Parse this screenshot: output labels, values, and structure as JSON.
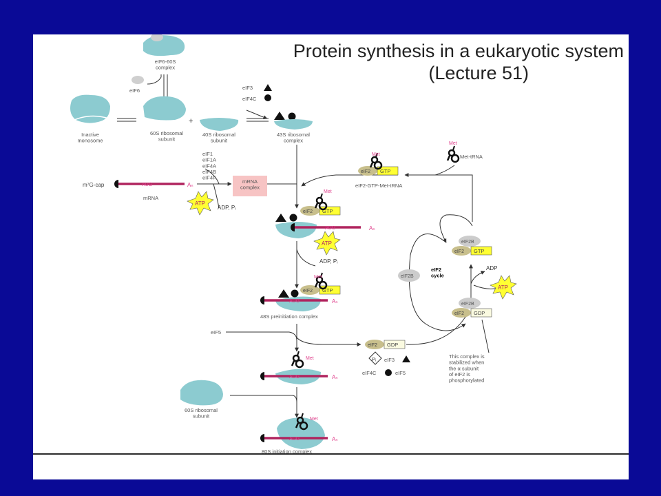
{
  "title": {
    "line1": "Protein synthesis in a eukaryotic system",
    "line2": "(Lecture 51)"
  },
  "labels": {
    "eif6_60s_complex": "eIF6-60S\ncomplex",
    "eif6": "eIF6",
    "eif3": "eIF3",
    "eif4c": "eIF4C",
    "inactive_monosome": "Inactive\nmonosome",
    "ribosomal_60s": "60S ribosomal\nsubunit",
    "ribosomal_40s": "40S ribosomal\nsubunit",
    "complex_43s": "43S ribosomal\ncomplex",
    "initiation_factors": "eIF1\neIF1A\neIF4A\neIF4B\neIF4F",
    "cap": "m⁷G-cap",
    "aug": "AUG",
    "poly_a": "Aₙ",
    "mrna": "mRNA",
    "mrna_complex": "mRNA\ncomplex",
    "atp": "ATP",
    "adp_pi": "ADP, Pᵢ",
    "met": "Met",
    "met_trna": "Met-tRNA",
    "eif2": "eIF2",
    "gtp": "GTP",
    "gdp": "GDP",
    "eif2_gtp_met_trna": "eIF2-GTP-Met-tRNA",
    "eif2b": "eIF2B",
    "eif2_cycle": "eIF2\ncycle",
    "adp": "ADP",
    "complex_48s": "48S preinitiation complex",
    "eif5": "eIF5",
    "pi": "Pᵢ",
    "note": "This complex is\nstabilized when\nthe α subunit\nof eIF2 is\nphosphorylated",
    "complex_80s": "80S initiation complex"
  },
  "colors": {
    "slide_border": "#0a0a96",
    "ribosome": "#8ccbd0",
    "mrna": "#b0245e",
    "met_text": "#e0408c",
    "eif2_oval": "#c8bf8c",
    "gtp_box": "#ffff33",
    "atp_star": "#ffff33",
    "eif2b_oval": "#cccccc",
    "mrna_complex_box": "#f7c4c4"
  }
}
